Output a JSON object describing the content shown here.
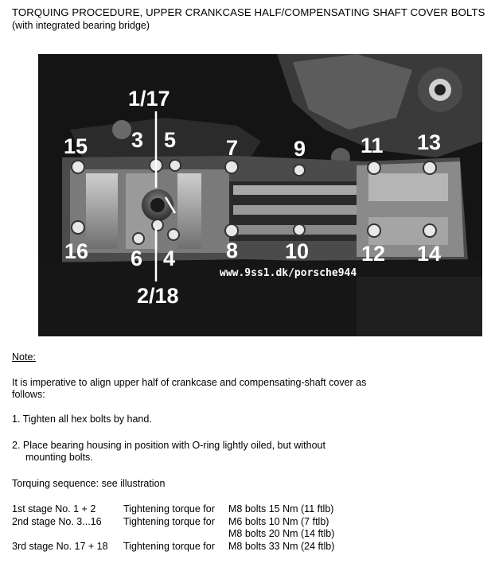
{
  "document": {
    "title": "TORQUING PROCEDURE, UPPER CRANKCASE HALF/COMPENSATING SHAFT COVER BOLTS",
    "subtitle": "(with integrated bearing bridge)"
  },
  "illustration": {
    "labels": {
      "l_1_17": "1/17",
      "l_2_18": "2/18",
      "l3": "3",
      "l4": "4",
      "l5": "5",
      "l6": "6",
      "l7": "7",
      "l8": "8",
      "l9": "9",
      "l10": "10",
      "l11": "11",
      "l12": "12",
      "l13": "13",
      "l14": "14",
      "l15": "15",
      "l16": "16"
    },
    "watermark": "www.9ss1.dk/porsche944"
  },
  "note": {
    "heading": "Note:",
    "intro": "It is imperative to align upper half of crankcase and compensating-shaft cover as follows:",
    "step1": "1. Tighten all hex bolts by hand.",
    "step2_line1": "2. Place bearing housing in position with O-ring lightly oiled, but without",
    "step2_line2": "mounting bolts.",
    "sequence": "Torquing sequence: see illustration"
  },
  "stages": {
    "row1": {
      "stage": "1st stage No. 1 + 2",
      "torque_label": "Tightening torque for",
      "spec": "M8 bolts 15 Nm (11 ftlb)"
    },
    "row2": {
      "stage": "2nd stage No. 3...16",
      "torque_label": "Tightening torque for",
      "spec": "M6 bolts 10 Nm (7 ftlb)"
    },
    "row2b": {
      "spec": "M8 bolts 20 Nm (14 ftlb)"
    },
    "row3": {
      "stage": "3rd stage No. 17 + 18",
      "torque_label": "Tightening torque for",
      "spec": "M8 bolts 33 Nm (24 ftlb)"
    }
  }
}
